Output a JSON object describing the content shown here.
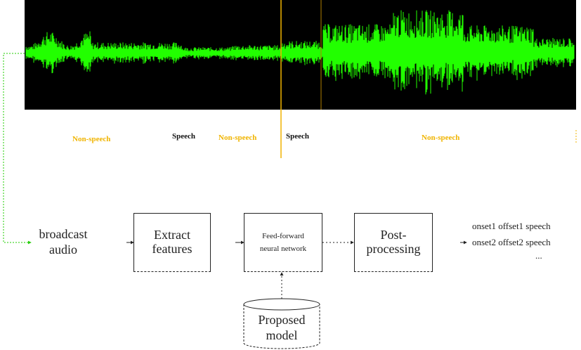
{
  "segments": [
    {
      "label": "Non-speech",
      "kind": "non-speech"
    },
    {
      "label": "Speech",
      "kind": "speech"
    },
    {
      "label": "Non-speech",
      "kind": "non-speech"
    },
    {
      "label": "Speech",
      "kind": "speech"
    },
    {
      "label": "Non-speech",
      "kind": "non-speech"
    }
  ],
  "pipeline": {
    "input_line1": "broadcast",
    "input_line2": "audio",
    "extract_line1": "Extract",
    "extract_line2": "features",
    "nn_line1": "Feed-forward",
    "nn_line2": "neural network",
    "post_line1": "Post-",
    "post_line2": "processing",
    "model_line1": "Proposed",
    "model_line2": "model"
  },
  "output": {
    "row1": "onset1 offset1 speech",
    "row2": "onset2 offset2 speech",
    "row3": "..."
  },
  "colors": {
    "waveform_bg": "#000000",
    "waveform": "#22ff00",
    "boundary": "#f0b400",
    "nonspeech_text": "#f0b400",
    "speech_text": "#111111",
    "input_arrow": "#22cc00"
  }
}
